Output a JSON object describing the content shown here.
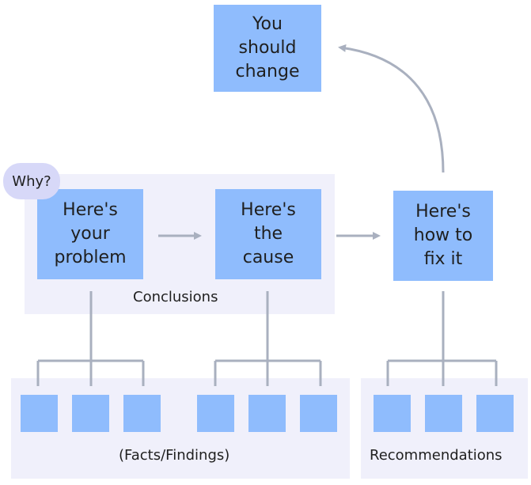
{
  "diagram": {
    "top_box": "You\nshould\nchange",
    "why_bubble": "Why?",
    "problem_box": "Here's\nyour\nproblem",
    "cause_box": "Here's\nthe\ncause",
    "fix_box": "Here's\nhow to\nfix it",
    "conclusions_label": "Conclusions",
    "facts_label": "(Facts/Findings)",
    "recommendations_label": "Recommendations"
  },
  "colors": {
    "box": "#8fbcfd",
    "panel": "#f0f0fb",
    "bubble": "#d7d8f8",
    "connector": "#a9b0bf"
  }
}
